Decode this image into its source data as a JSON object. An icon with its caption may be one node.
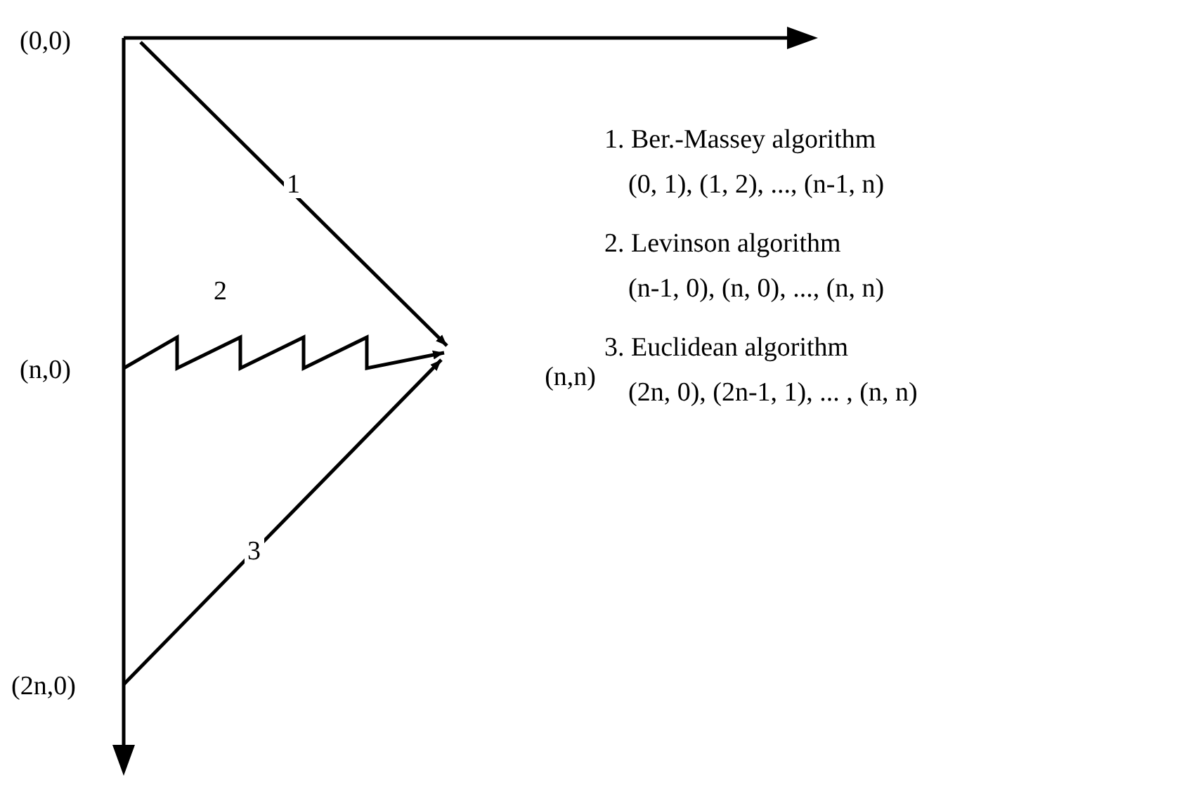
{
  "diagram": {
    "nodes": [
      {
        "text": [
          "(0,0)"
        ]
      },
      {
        "text": [
          "(n,0)"
        ]
      },
      {
        "text": [
          "(2n,0)"
        ]
      },
      {
        "text": [
          "(n,n)"
        ]
      }
    ],
    "edges": [
      {
        "from": 0,
        "to": 3,
        "arrow": "to",
        "label": "1"
      },
      {
        "from": 1,
        "to": 3,
        "arrow": "to",
        "label": "2"
      },
      {
        "from": 2,
        "to": 3,
        "arrow": "to",
        "label": "3"
      }
    ],
    "labels": [
      "1. Ber.-Massey algorithm",
      "(0, 1), (1, 2), ..., (n-1, n)",
      "2. Levinson algorithm",
      "(n-1, 0), (n, 0), ..., (n, n)",
      "3. Euclidean algorithm",
      "(2n, 0), (2n-1, 1), ... , (n, n)"
    ]
  }
}
